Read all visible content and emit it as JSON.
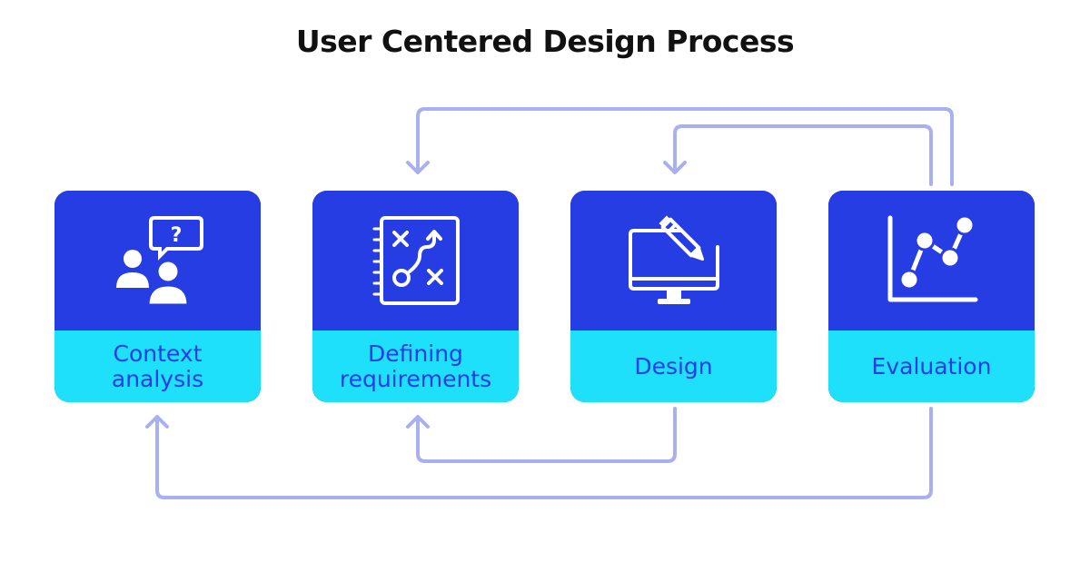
{
  "title": "User Centered Design Process",
  "steps": [
    {
      "line1": "Context",
      "line2": "analysis",
      "icon": "people-question-icon"
    },
    {
      "line1": "Defining",
      "line2": "requirements",
      "icon": "strategy-board-icon"
    },
    {
      "label": "Design",
      "icon": "monitor-pencil-icon"
    },
    {
      "label": "Evaluation",
      "icon": "line-chart-icon"
    }
  ],
  "colors": {
    "card_top": "#273de4",
    "card_bottom": "#1ee0fb",
    "label": "#263ce6",
    "connector": "#a8b0f0",
    "title": "#111111"
  }
}
